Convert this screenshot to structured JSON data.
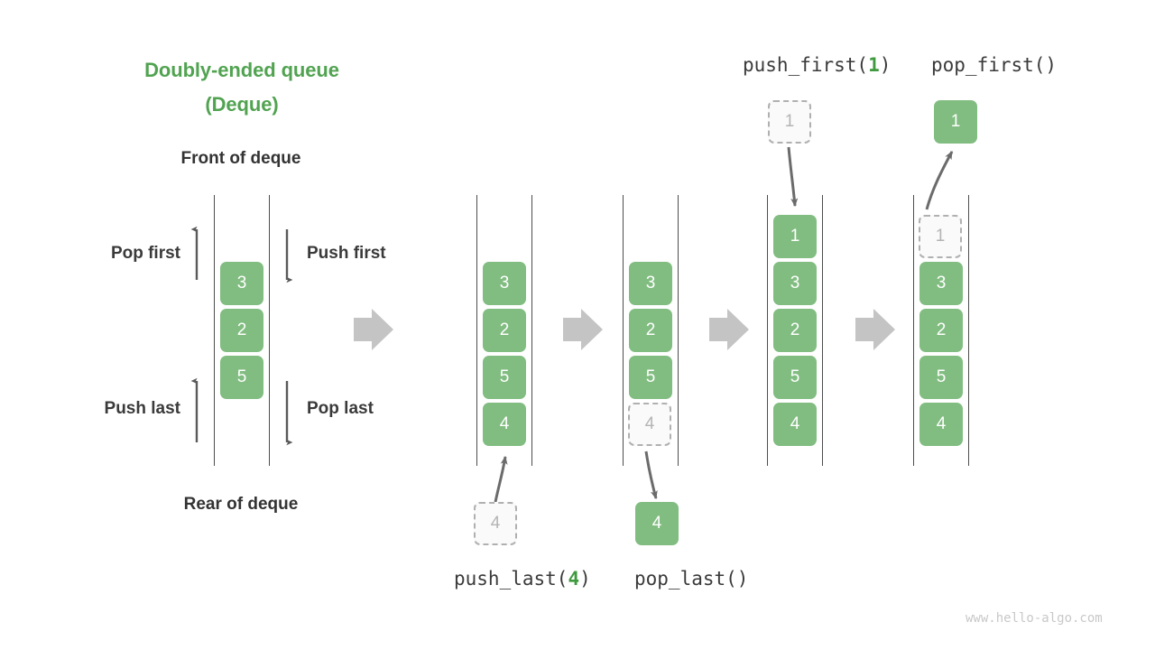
{
  "title": {
    "line1": "Doubly-ended queue",
    "line2": "(Deque)"
  },
  "labels": {
    "front": "Front of deque",
    "rear": "Rear of deque",
    "pop_first": "Pop first",
    "push_first": "Push first",
    "push_last": "Push last",
    "pop_last": "Pop last"
  },
  "operations": {
    "push_first": {
      "name": "push_first(",
      "arg": "1",
      "close": ")"
    },
    "pop_first": {
      "name": "pop_first()"
    },
    "push_last": {
      "name": "push_last(",
      "arg": "4",
      "close": ")"
    },
    "pop_last": {
      "name": "pop_last()"
    }
  },
  "colors": {
    "accent_green": "#51a351",
    "cell_green": "#81bd81",
    "ghost_gray": "#b4b4b4",
    "rail_dark": "#4d4d4d",
    "flow_arrow": "#c4c4c4",
    "thin_arrow": "#5a5a5a",
    "text_dark": "#333333",
    "watermark": "#c8c8c8"
  },
  "panels": [
    {
      "id": "overview",
      "cells": [
        {
          "value": "3",
          "state": "filled"
        },
        {
          "value": "2",
          "state": "filled"
        },
        {
          "value": "5",
          "state": "filled"
        }
      ]
    },
    {
      "id": "before-push-last",
      "cells": [
        {
          "value": "3",
          "state": "filled"
        },
        {
          "value": "2",
          "state": "filled"
        },
        {
          "value": "5",
          "state": "filled"
        },
        {
          "value": "4",
          "state": "filled"
        }
      ],
      "external": [
        {
          "value": "4",
          "state": "ghost"
        }
      ]
    },
    {
      "id": "after-pop-last",
      "cells": [
        {
          "value": "3",
          "state": "filled"
        },
        {
          "value": "2",
          "state": "filled"
        },
        {
          "value": "5",
          "state": "filled"
        },
        {
          "value": "4",
          "state": "ghost"
        }
      ],
      "external": [
        {
          "value": "4",
          "state": "filled"
        }
      ]
    },
    {
      "id": "after-push-first",
      "cells": [
        {
          "value": "1",
          "state": "filled"
        },
        {
          "value": "3",
          "state": "filled"
        },
        {
          "value": "2",
          "state": "filled"
        },
        {
          "value": "5",
          "state": "filled"
        },
        {
          "value": "4",
          "state": "filled"
        }
      ],
      "external": [
        {
          "value": "1",
          "state": "ghost"
        }
      ]
    },
    {
      "id": "after-pop-first",
      "cells": [
        {
          "value": "1",
          "state": "ghost"
        },
        {
          "value": "3",
          "state": "filled"
        },
        {
          "value": "2",
          "state": "filled"
        },
        {
          "value": "5",
          "state": "filled"
        },
        {
          "value": "4",
          "state": "filled"
        }
      ],
      "external": [
        {
          "value": "1",
          "state": "filled"
        }
      ]
    }
  ],
  "watermark": "www.hello-algo.com"
}
